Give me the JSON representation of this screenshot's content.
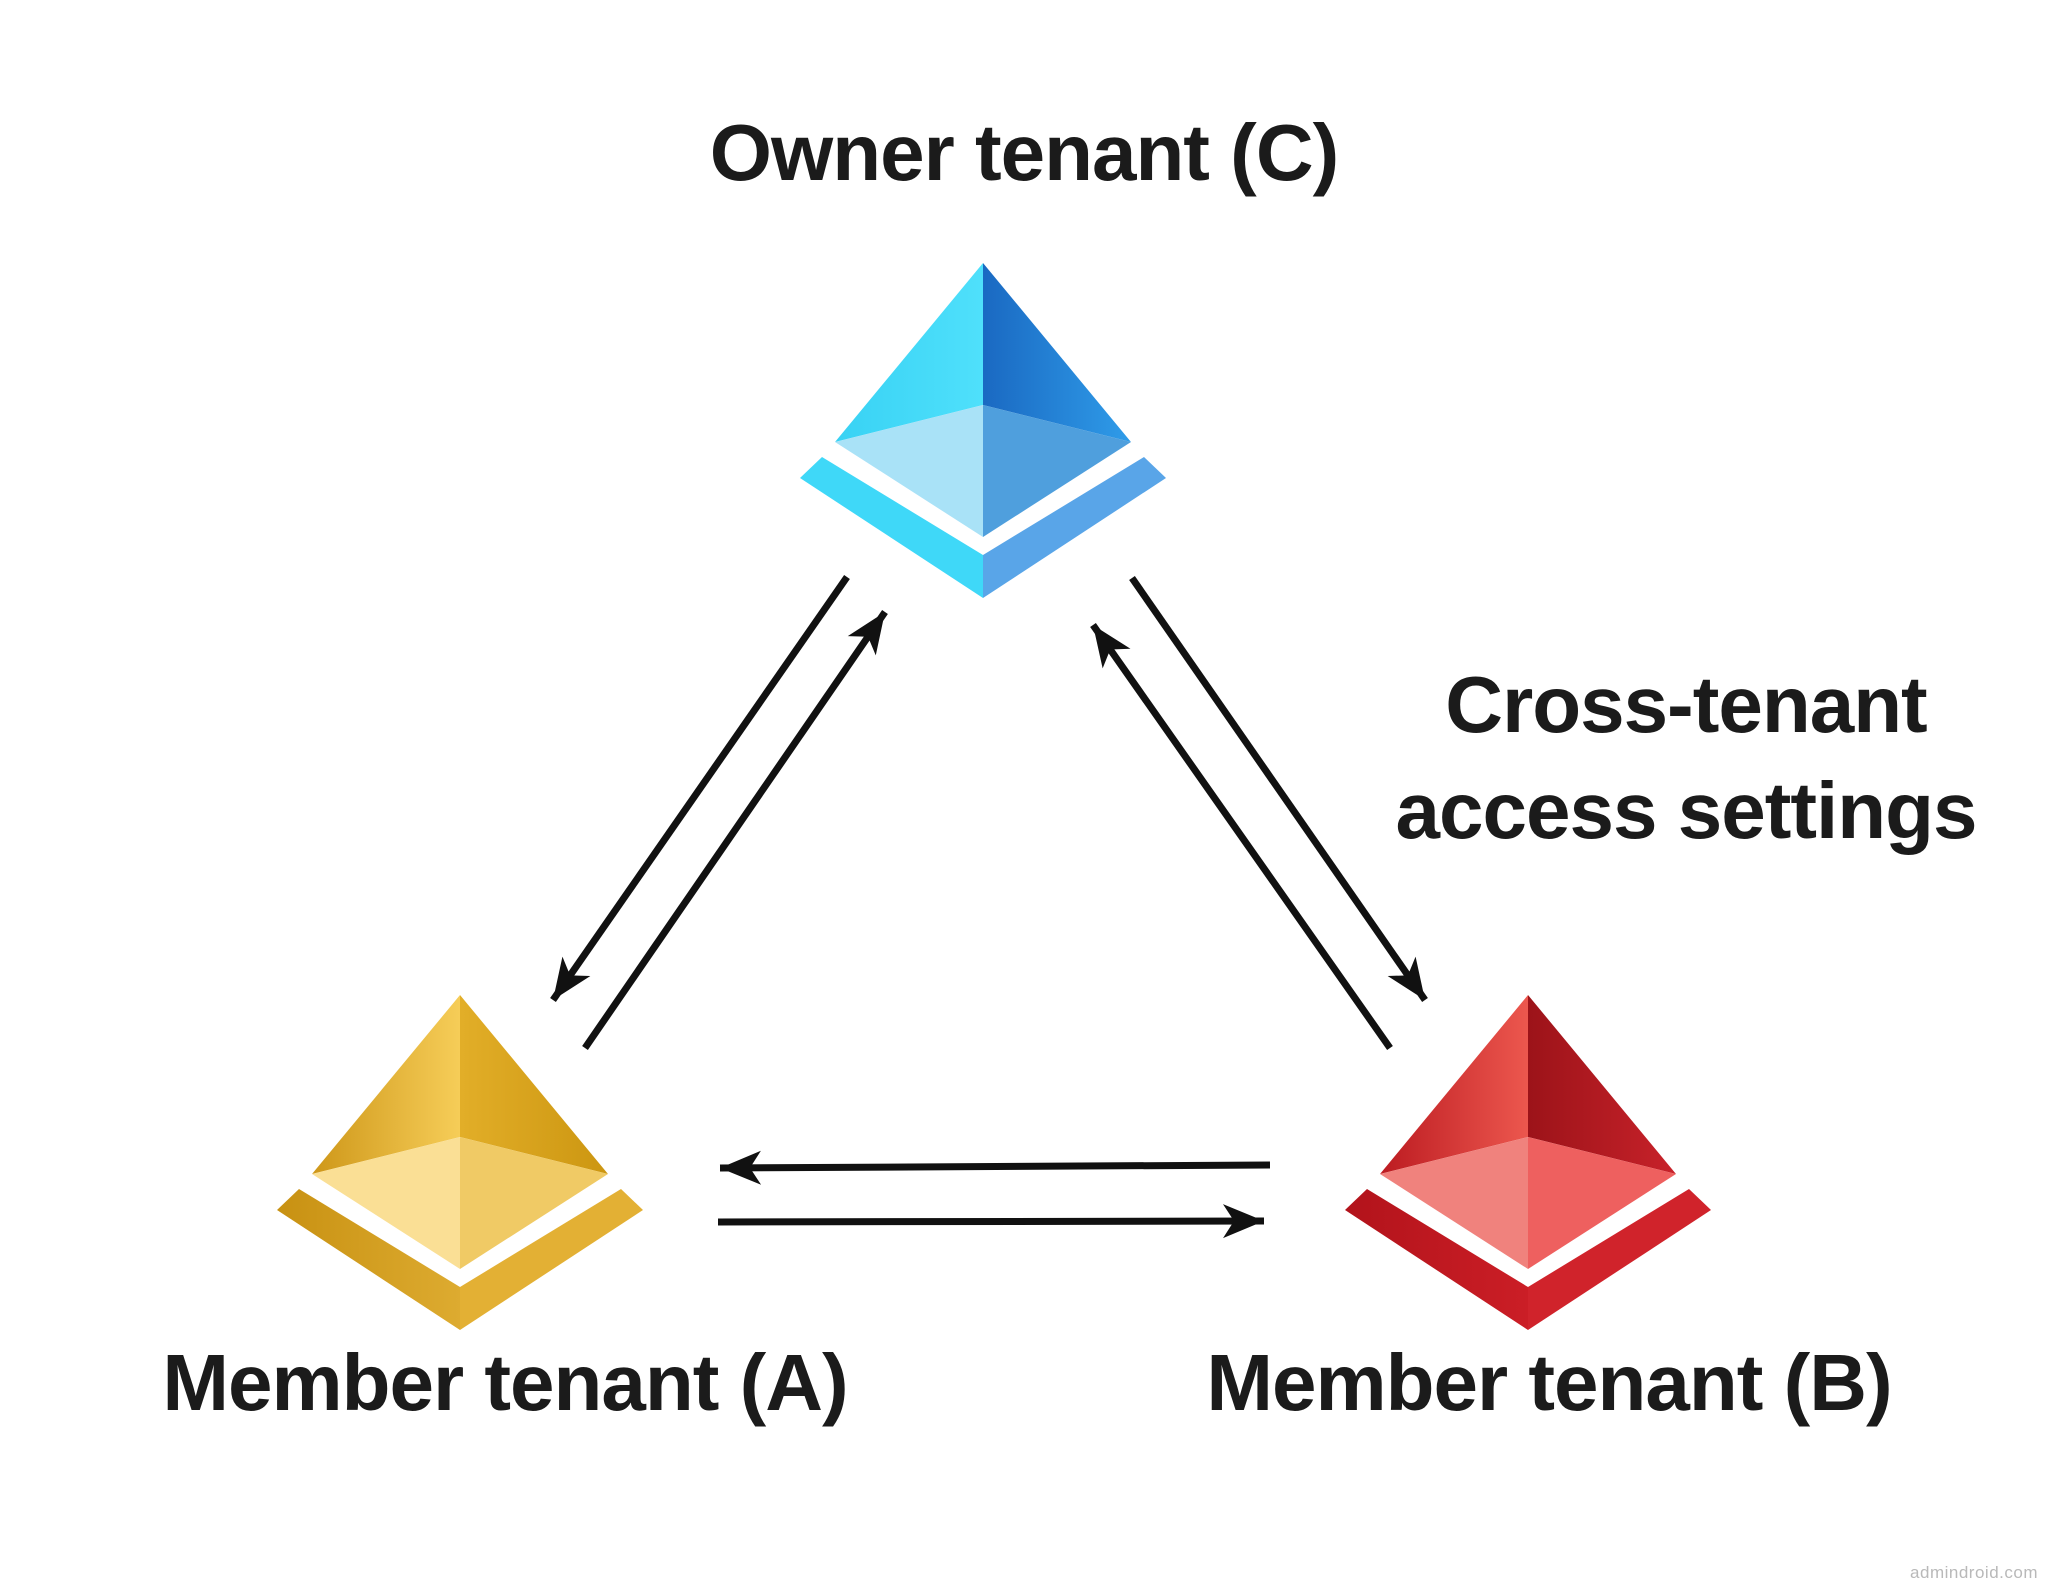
{
  "background": "#ffffff",
  "annotation": {
    "text": "Cross-tenant access settings",
    "lines": [
      "Cross-tenant",
      "access settings"
    ]
  },
  "nodes": {
    "owner": {
      "label": "Owner tenant (C)",
      "color_theme": "blue",
      "pyramid_colors": {
        "upper_left": [
          "#38D2F4",
          "#4FE0FB"
        ],
        "upper_right": [
          "#1A69C2",
          "#2F9CE9"
        ],
        "lower_left": [
          "#A9E2F7",
          "#A9E2F7"
        ],
        "lower_right": [
          "#4F9FDD",
          "#4F9FDD"
        ],
        "band_left": [
          "#3FD8F8",
          "#3FD8F8"
        ],
        "band_right": [
          "#59A5E8",
          "#59A5E8"
        ]
      }
    },
    "memberA": {
      "label": "Member tenant (A)",
      "color_theme": "gold",
      "pyramid_colors": {
        "upper_left": [
          "#CE9719",
          "#F6CD58"
        ],
        "upper_right": [
          "#E2AE28",
          "#CC9611"
        ],
        "lower_left": [
          "#FADF95",
          "#FADF95"
        ],
        "lower_right": [
          "#F0CA65",
          "#F0CA65"
        ],
        "band_left": [
          "#C89112",
          "#DDAB30"
        ],
        "band_right": [
          "#E3B034",
          "#E3B034"
        ]
      }
    },
    "memberB": {
      "label": "Member tenant (B)",
      "color_theme": "red",
      "pyramid_colors": {
        "upper_left": [
          "#BC1B21",
          "#EC574E"
        ],
        "upper_right": [
          "#9C1319",
          "#C8222A"
        ],
        "lower_left": [
          "#F0827D",
          "#F0827D"
        ],
        "lower_right": [
          "#EE605F",
          "#EE605F"
        ],
        "band_left": [
          "#B2131B",
          "#CB1E26"
        ],
        "band_right": [
          "#D0232B",
          "#D0232B"
        ]
      }
    }
  },
  "arrows": {
    "color": "#111111",
    "style": "two one-way arrows per connection",
    "pairs": [
      {
        "from": "owner",
        "to": "memberA"
      },
      {
        "from": "memberA",
        "to": "owner"
      },
      {
        "from": "memberB",
        "to": "owner"
      },
      {
        "from": "owner",
        "to": "memberB"
      },
      {
        "from": "memberB",
        "to": "memberA"
      },
      {
        "from": "memberA",
        "to": "memberB"
      }
    ]
  },
  "watermark": {
    "text": "admindroid.com",
    "color": "#b9b9b9"
  }
}
